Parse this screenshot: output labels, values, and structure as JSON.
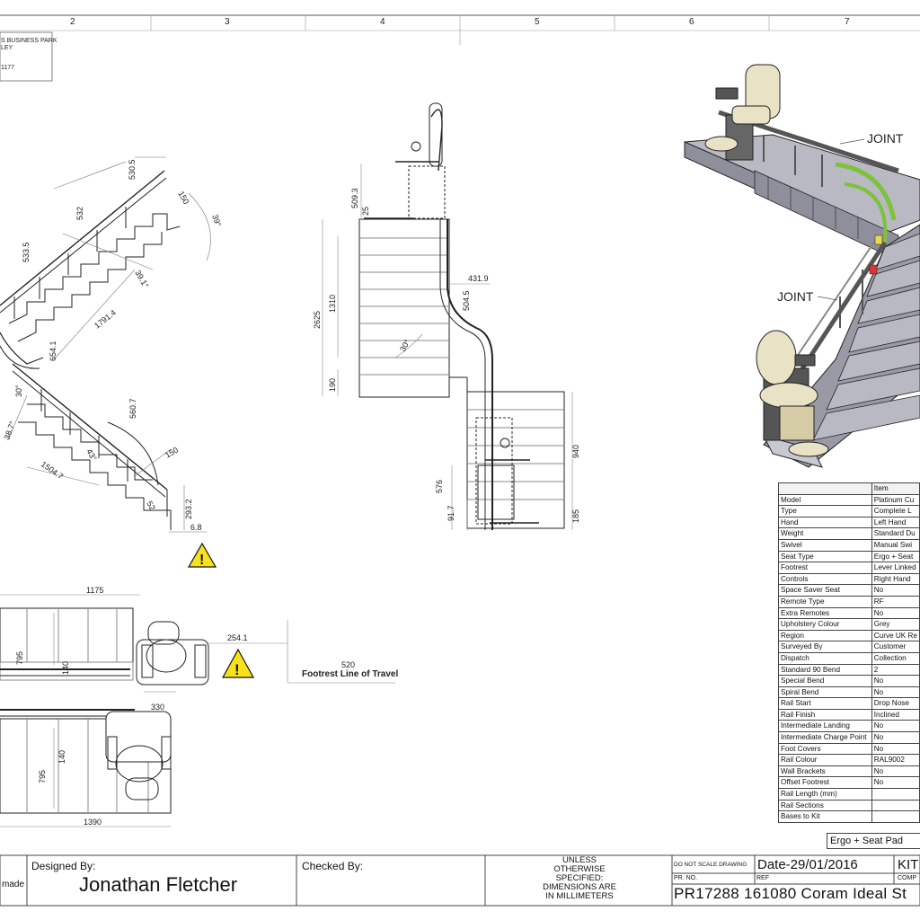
{
  "sheet": {
    "zone_numbers": [
      "2",
      "3",
      "4",
      "5",
      "6",
      "7"
    ],
    "company_lines": [
      "S BUSINESS PARK",
      "LEY",
      "1177"
    ]
  },
  "views": {
    "joint_labels": [
      "JOINT",
      "JOINT"
    ],
    "note_line": "Footrest Line of Travel",
    "dims_plan": [
      "530.5",
      "150",
      "39°",
      "532",
      "533.5",
      "39.1°",
      "1791.4",
      "654.1",
      "30°",
      "38.7°",
      "560.7",
      "43°",
      "1504.7",
      "150",
      "52",
      "293.2",
      "6.8"
    ],
    "dims_side": [
      "509.3",
      "25",
      "431.9",
      "504.5",
      "1310",
      "2625",
      "30°",
      "190",
      "940",
      "576",
      "91.7",
      "185"
    ],
    "dims_bottom": [
      "1175",
      "254.1",
      "520",
      "795",
      "140",
      "330",
      "795",
      "140",
      "1390"
    ]
  },
  "spec_table": {
    "header": [
      "",
      "Item"
    ],
    "rows": [
      [
        "Model",
        "Platinum Cu"
      ],
      [
        "Type",
        "Complete L"
      ],
      [
        "Hand",
        "Left Hand"
      ],
      [
        "Weight",
        "Standard Du"
      ],
      [
        "Swivel",
        "Manual Swi"
      ],
      [
        "Seat Type",
        "Ergo + Seat"
      ],
      [
        "Footrest",
        "Lever Linked"
      ],
      [
        "Controls",
        "Right Hand"
      ],
      [
        "Space Saver Seat",
        "No"
      ],
      [
        "Remote Type",
        "RF"
      ],
      [
        "Extra Remotes",
        "No"
      ],
      [
        "Upholstery Colour",
        "Grey"
      ],
      [
        "Region",
        "Curve UK Re"
      ],
      [
        "Surveyed By",
        "Customer"
      ],
      [
        "Dispatch",
        "Collection"
      ],
      [
        "Standard 90 Bend",
        "2"
      ],
      [
        "Special Bend",
        "No"
      ],
      [
        "Spiral Bend",
        "No"
      ],
      [
        "Rail Start",
        "Drop Nose"
      ],
      [
        "Rail Finish",
        "Inclined"
      ],
      [
        "Intermediate Landing",
        "No"
      ],
      [
        "Intermediate Charge Point",
        "No"
      ],
      [
        "Foot Covers",
        "No"
      ],
      [
        "Rail Colour",
        "RAL9002"
      ],
      [
        "Wall Brackets",
        "No"
      ],
      [
        "Offset Footrest",
        "No"
      ],
      [
        "Rail Length (mm)",
        ""
      ],
      [
        "Rail Sections",
        ""
      ],
      [
        "Bases to Kit",
        ""
      ]
    ],
    "seat_note": "Ergo + Seat Pad"
  },
  "title_block": {
    "made": "made",
    "designed_label": "Designed By:",
    "designer": "Jonathan Fletcher",
    "checked_label": "Checked By:",
    "unless": [
      "UNLESS",
      "OTHERWISE",
      "SPECIFIED:",
      "DIMENSIONS ARE",
      "IN MILLIMETERS"
    ],
    "do_not_scale": "DO NOT SCALE DRAWING",
    "date": "Date-29/01/2016",
    "kit": "KIT",
    "pr_no_label": "PR. NO.",
    "ref_label": "REF",
    "comp_label": "COMP",
    "reference": "PR17288 161080 Coram Ideal St"
  },
  "colors": {
    "line": "#222222",
    "stair_fill": "#8f8f9c",
    "stair_top": "#b9b9c4",
    "seat": "#e9e2c4",
    "rail_green": "#7ec23a",
    "warning": "#f7e11b"
  }
}
